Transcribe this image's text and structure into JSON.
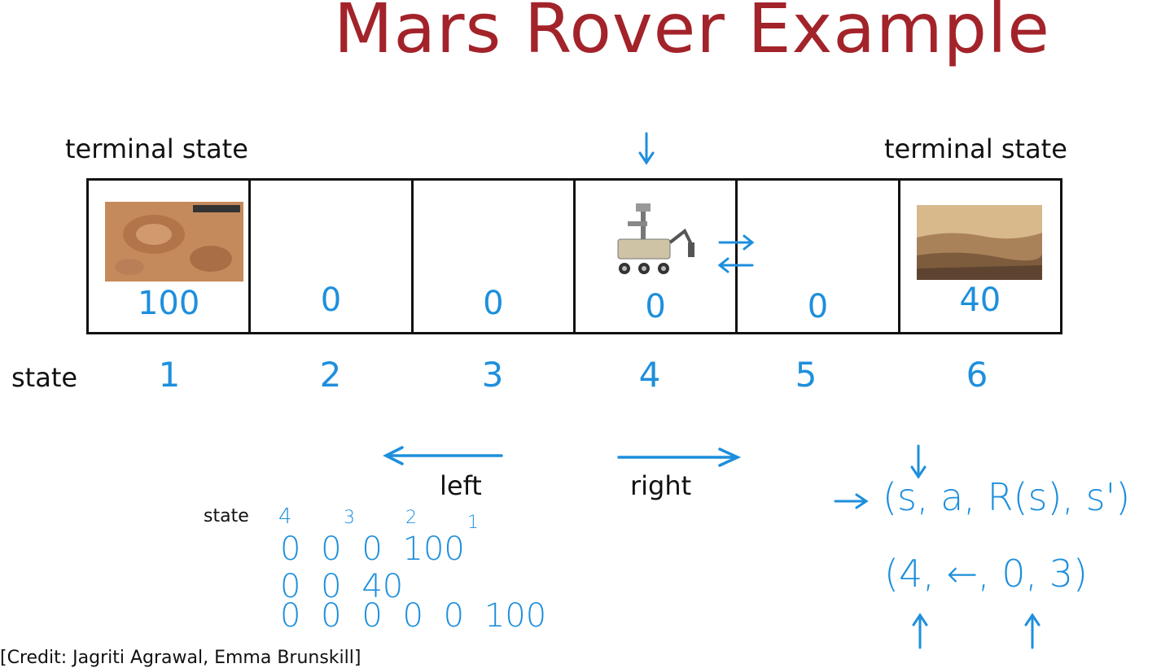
{
  "title": "Mars Rover Example",
  "terminal_left": "terminal state",
  "terminal_right": "terminal state",
  "state_row_label": "state",
  "cells": [
    {
      "reward": "100",
      "state": "1"
    },
    {
      "reward": "0",
      "state": "2"
    },
    {
      "reward": "0",
      "state": "3"
    },
    {
      "reward": "0",
      "state": "4"
    },
    {
      "reward": "0",
      "state": "5"
    },
    {
      "reward": "40",
      "state": "6"
    }
  ],
  "actions": {
    "left": "left",
    "right": "right"
  },
  "trajectory": {
    "state_label": "state",
    "header": [
      "4",
      "3",
      "2",
      "1"
    ],
    "rows": [
      "0  0  0  100",
      "0  0  40",
      "0  0  0  0  0  100"
    ]
  },
  "tuple": "(s, a, R(s), s')",
  "example_tuple": "(4, ←, 0, 3)",
  "credit": "[Credit: Jagriti Agrawal, Emma Brunskill]",
  "colors": {
    "title": "#a3232a",
    "ink": "#1e8fdc",
    "grid": "#111111"
  },
  "icons": [
    "mars-crater-image",
    "rover-icon",
    "mars-landscape-image"
  ]
}
